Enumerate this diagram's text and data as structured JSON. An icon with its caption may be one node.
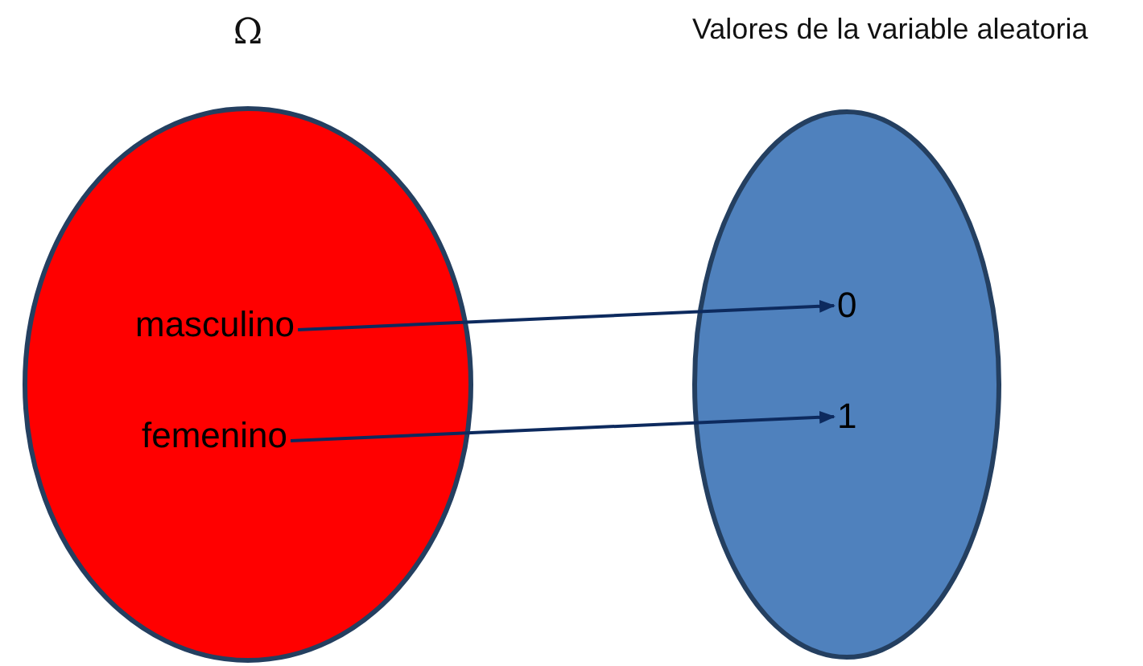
{
  "diagram": {
    "nodes": [
      {
        "text": [
          "Ω"
        ]
      },
      {
        "text": [
          "masculino"
        ],
        "in": 0
      },
      {
        "text": [
          "femenino"
        ],
        "in": 0
      },
      {
        "text": [
          "Valores de la variable aleatoria"
        ]
      },
      {
        "text": [
          "0"
        ],
        "in": 3
      },
      {
        "text": [
          "1"
        ],
        "in": 3
      }
    ],
    "edges": [
      {
        "from": 1,
        "to": 4,
        "arrow": "to"
      },
      {
        "from": 2,
        "to": 5,
        "arrow": "to"
      }
    ]
  }
}
